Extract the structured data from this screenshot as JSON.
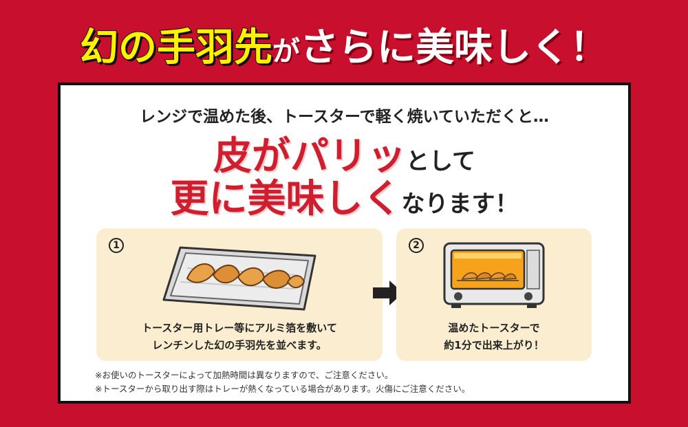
{
  "headline": {
    "part1": "幻の手羽先",
    "part2": "が",
    "part3": "さらに美味しく！"
  },
  "card": {
    "lead": "レンジで温めた後、トースターで軽く焼いていただくと…",
    "line1_red": "皮がパリッ",
    "line1_dark": "として",
    "line2_red": "更に美味しく",
    "line2_dark": "なります！"
  },
  "steps": [
    {
      "number": "1",
      "line1": "トースター用トレー等にアルミ箔を敷いて",
      "line2": "レンチンした幻の手羽先を並べます。",
      "icon": "tray-with-wings"
    },
    {
      "number": "2",
      "line1": "温めたトースターで",
      "line2": "約1分で出来上がり！",
      "icon": "toaster-oven"
    }
  ],
  "notes": [
    "※お使いのトースターによって加熱時間は異なりますので、ご注意ください。",
    "※トースターから取り出す際はトレーが熱くなっている場合があります。火傷にご注意ください。"
  ],
  "colors": {
    "background": "#c8102e",
    "accent_yellow": "#fff100",
    "accent_red": "#cf1f2e",
    "step_panel": "#fbeed0"
  }
}
